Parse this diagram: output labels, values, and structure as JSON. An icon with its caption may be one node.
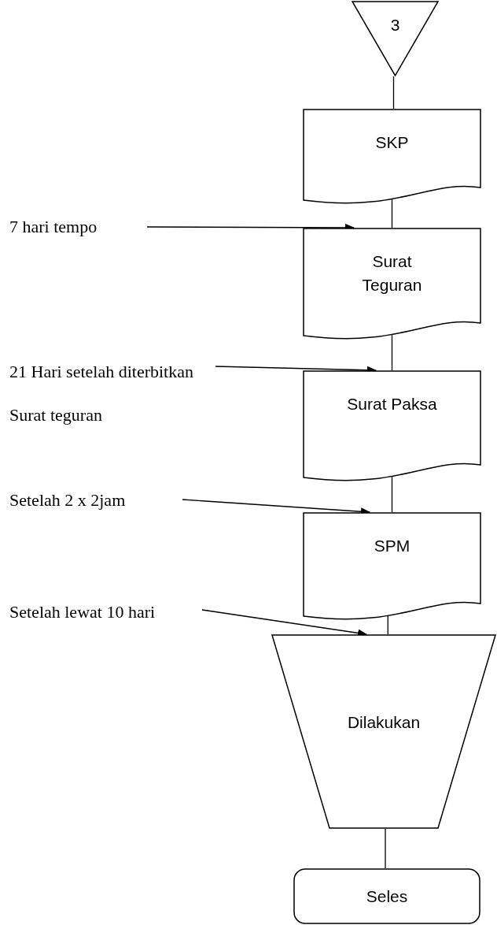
{
  "diagram": {
    "nodes": [
      {
        "text": [
          "3"
        ]
      },
      {
        "text": [
          "SKP"
        ]
      },
      {
        "text": [
          "Surat Teguran"
        ]
      },
      {
        "text": [
          "Surat Paksa"
        ]
      },
      {
        "text": [
          "SPM"
        ]
      },
      {
        "text": [
          "Dilakukan"
        ]
      },
      {
        "text": [
          "Seles"
        ]
      },
      {
        "text": [
          "7 hari tempo"
        ]
      },
      {
        "text": [
          "21 Hari setelah diterbitkan Surat teguran"
        ]
      },
      {
        "text": [
          "Setelah 2 x 2jam"
        ]
      },
      {
        "text": [
          "Setelah lewat 10 hari"
        ]
      }
    ],
    "edges": [
      {
        "from": 0,
        "to": 1,
        "arrow": "none"
      },
      {
        "from": 1,
        "to": 2,
        "arrow": "none"
      },
      {
        "from": 2,
        "to": 3,
        "arrow": "none"
      },
      {
        "from": 3,
        "to": 4,
        "arrow": "none"
      },
      {
        "from": 4,
        "to": 5,
        "arrow": "none"
      },
      {
        "from": 5,
        "to": 6,
        "arrow": "none"
      },
      {
        "from": 7,
        "to": 2,
        "arrow": "to"
      },
      {
        "from": 8,
        "to": 3,
        "arrow": "to"
      },
      {
        "from": 9,
        "to": 4,
        "arrow": "to"
      },
      {
        "from": 10,
        "to": 5,
        "arrow": "to"
      }
    ]
  }
}
